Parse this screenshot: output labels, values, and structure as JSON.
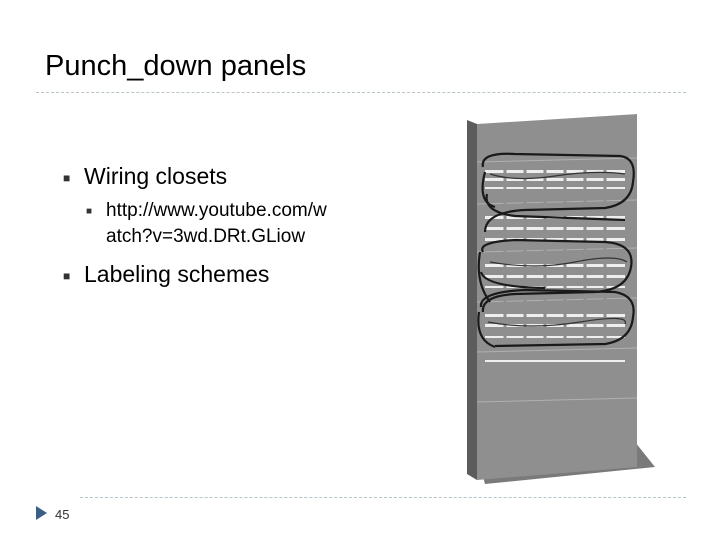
{
  "slide": {
    "title": "Punch_down panels",
    "bullets": [
      {
        "text": "Wiring closets",
        "level": 1
      },
      {
        "text": "http://www.youtube.com/watch?v=3wd.DRt.GLiow",
        "line1": "http://www.youtube.com/w",
        "line2": "atch?v=3wd.DRt.GLiow",
        "level": 2
      },
      {
        "text": "Labeling schemes",
        "level": 1
      }
    ],
    "page_number": "45"
  },
  "colors": {
    "rule": "#b8c4cc",
    "nav_arrow": "#3b5e86",
    "panel_face": "#8a8a8a",
    "panel_side": "#5c5c5c"
  },
  "icons": {
    "bullet": "square-bullet-icon",
    "nav": "nav-arrow-icon",
    "image": "punch-down-panel-image"
  }
}
